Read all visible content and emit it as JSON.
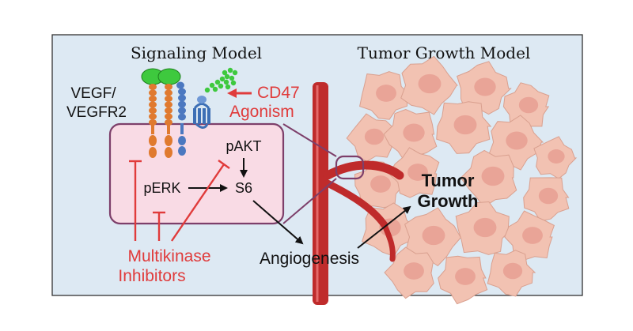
{
  "titles": {
    "left": "Signaling Model",
    "right": "Tumor Growth Model"
  },
  "labels": {
    "vegf_line1": "VEGF/",
    "vegf_line2": "VEGFR2",
    "cd47_line1": "CD47",
    "cd47_line2": "Agonism",
    "pakt": "pAKT",
    "perk": "pERK",
    "s6": "S6",
    "inhibitors_line1": "Multikinase",
    "inhibitors_line2": "Inhibitors",
    "angiogenesis": "Angiogenesis",
    "tumor_line1": "Tumor",
    "tumor_line2": "Growth"
  },
  "colors": {
    "panel_bg": "#dde9f3",
    "cell_fill": "#f9dbe5",
    "cell_stroke": "#7d3f6a",
    "vessel": "#bf2b2b",
    "inhibitor_red": "#e03b3b",
    "tumor_cell": "#f2c2b2",
    "tumor_nucleus": "#e69a8e",
    "receptor_orange": "#e07a2f",
    "receptor_blue": "#4b78c0",
    "ligand_green": "#3ec93e"
  }
}
